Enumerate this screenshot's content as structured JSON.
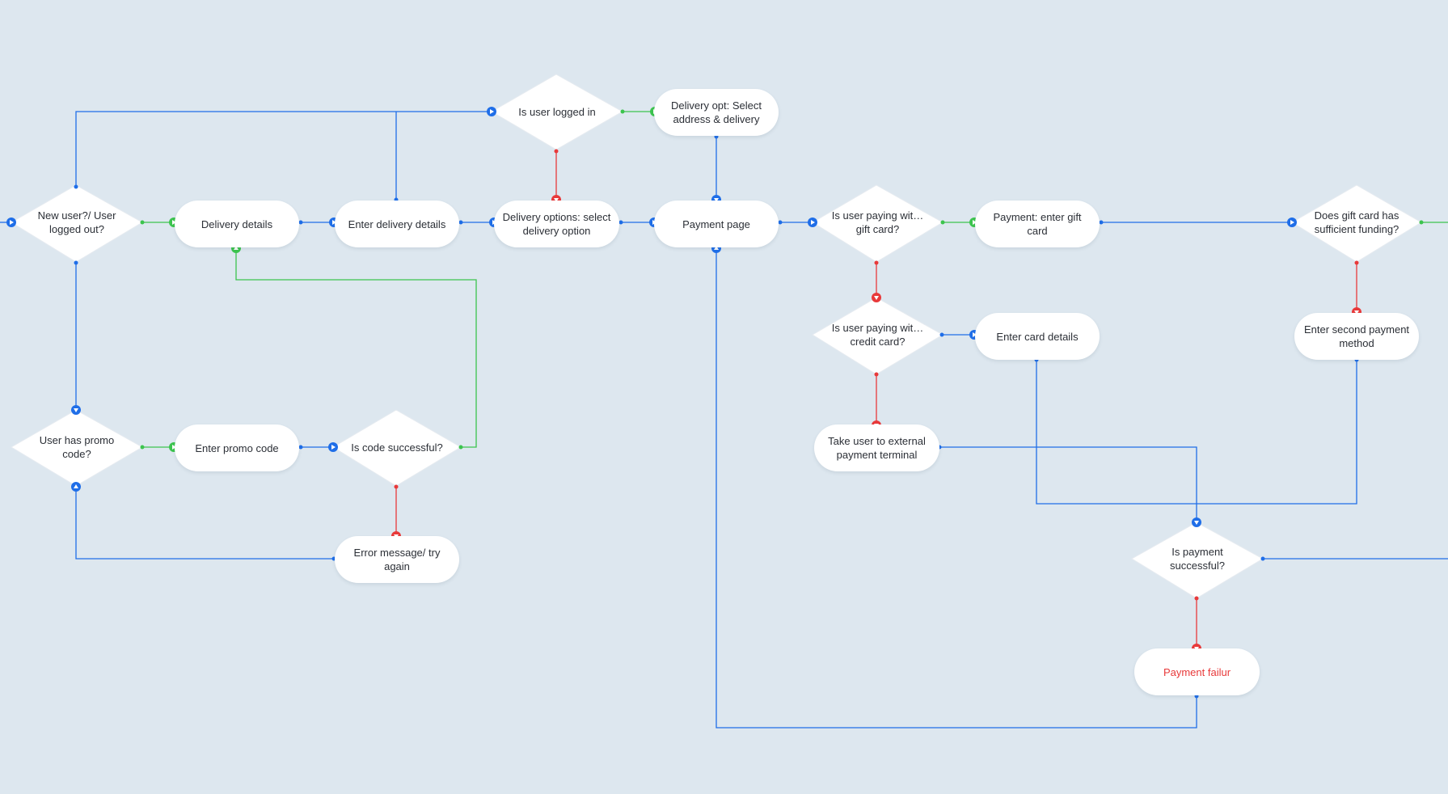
{
  "colors": {
    "background": "#dde7ef",
    "blue": "#1f6ee8",
    "green": "#3cc44e",
    "red": "#e8393a",
    "node_fill": "#ffffff"
  },
  "nodes": {
    "new_user": "New user?/ User logged out?",
    "delivery_details": "Delivery details",
    "enter_delivery_details": "Enter delivery details",
    "is_user_logged_in": "Is user logged in",
    "delivery_opt_select": "Delivery opt: Select address &  delivery",
    "delivery_options": "Delivery options: select delivery option",
    "payment_page": "Payment page",
    "is_paying_gift_card": "Is user paying wit… gift card?",
    "payment_enter_gift_card": "Payment: enter gift card",
    "gift_card_funding": "Does gift card has sufficient funding?",
    "is_paying_credit_card": "Is user paying wit… credit card?",
    "enter_card_details": "Enter card details",
    "enter_second_payment": "Enter second payment method",
    "external_terminal": "Take user to external payment terminal",
    "user_has_promo": "User has promo code?",
    "enter_promo_code": "Enter promo code",
    "is_code_successful": "Is code successful?",
    "error_message": "Error message/ try again",
    "is_payment_successful": "Is payment successful?",
    "payment_failure": "Payment failur"
  }
}
